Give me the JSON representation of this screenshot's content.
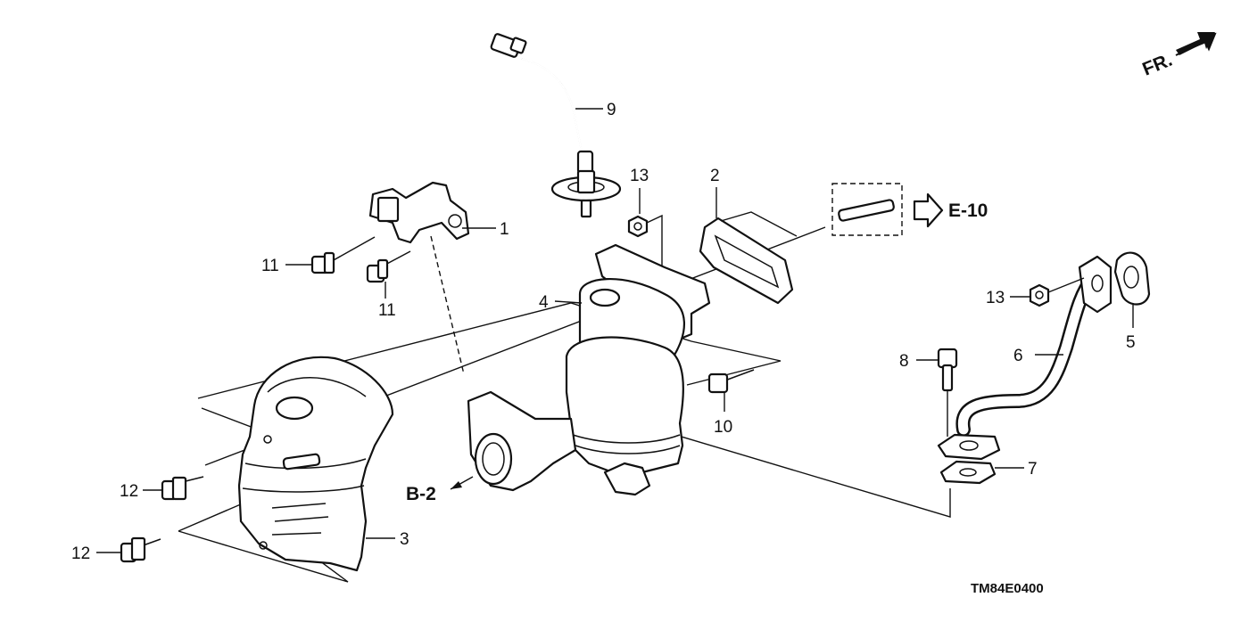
{
  "diagram": {
    "code": "TM84E0400",
    "direction_label": "FR.",
    "refs": {
      "e10": "E-10",
      "b2": "B-2"
    },
    "callouts": {
      "p1": "1",
      "p2": "2",
      "p3": "3",
      "p4": "4",
      "p5": "5",
      "p6": "6",
      "p7": "7",
      "p8": "8",
      "p9": "9",
      "p10": "10",
      "p11": "11",
      "p12": "12",
      "p13": "13"
    }
  }
}
